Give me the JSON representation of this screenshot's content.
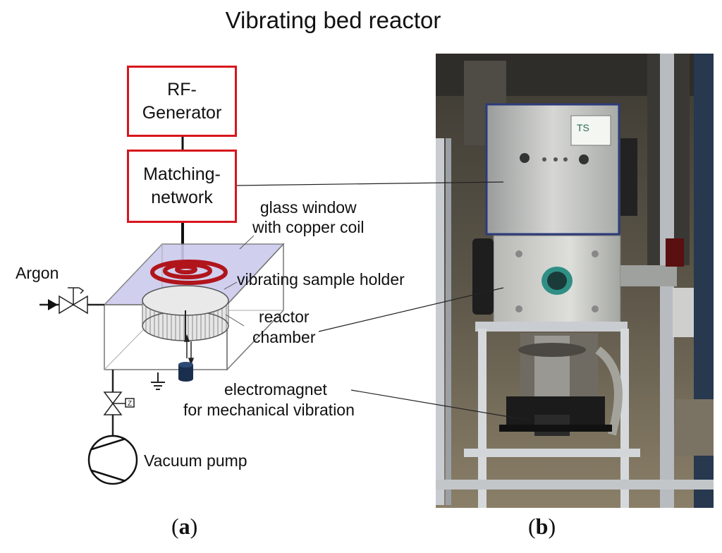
{
  "title": "Vibrating bed reactor",
  "boxes": {
    "rf_generator": [
      "RF-",
      "Generator"
    ],
    "matching_network": [
      "Matching-",
      "network"
    ]
  },
  "labels": {
    "argon": "Argon",
    "glass_window": [
      "glass window",
      "with copper coil"
    ],
    "vibrating_holder": "vibrating sample holder",
    "reactor_chamber": [
      "reactor",
      "chamber"
    ],
    "electromagnet": [
      "electromagnet",
      "for mechanical vibration"
    ],
    "vacuum_pump": "Vacuum pump",
    "sticker": "TS"
  },
  "panels": {
    "a": {
      "open": "(",
      "letter": "a",
      "close": ")"
    },
    "b": {
      "open": "(",
      "letter": "b",
      "close": ")"
    }
  },
  "colors": {
    "box_border": "#d8161d",
    "coil": "#b0151b",
    "glass": "#c9c6ec"
  }
}
